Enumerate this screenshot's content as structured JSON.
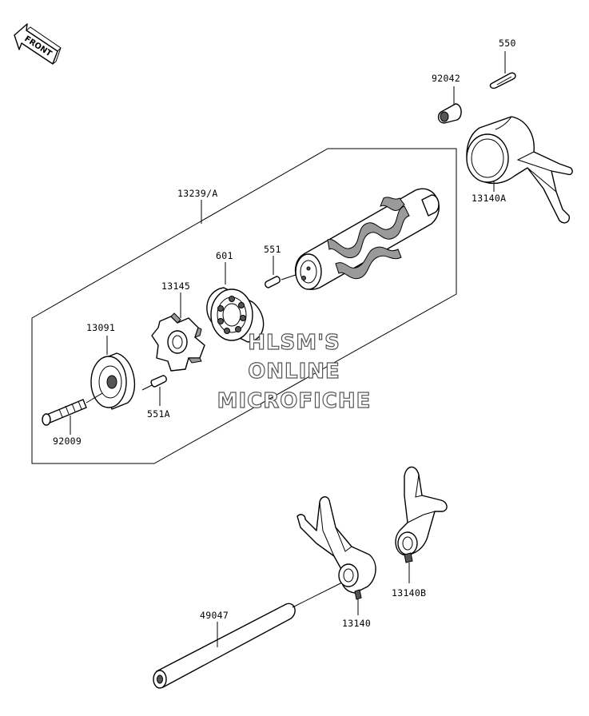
{
  "direction_label": "FRONT",
  "watermark": [
    "HLSM'S",
    "ONLINE",
    "MICROFICHE"
  ],
  "parts": {
    "p550": "550",
    "p92042": "92042",
    "p13140A": "13140A",
    "p13239A": "13239/A",
    "p601": "601",
    "p551": "551",
    "p13145": "13145",
    "p13091": "13091",
    "p551A": "551A",
    "p92009": "92009",
    "p49047": "49047",
    "p13140": "13140",
    "p13140B": "13140B"
  }
}
